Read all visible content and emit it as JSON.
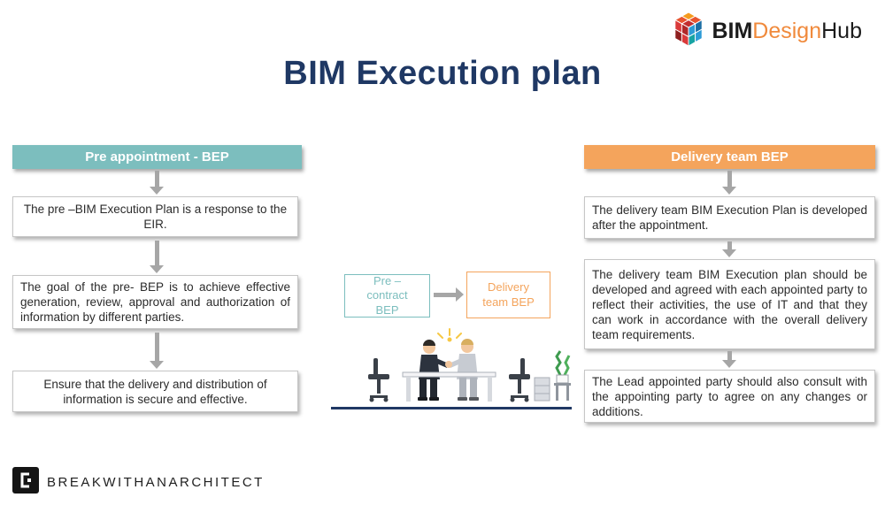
{
  "title": "BIM Execution plan",
  "brand": {
    "bim": "BIM",
    "design": "Design",
    "hub": "Hub"
  },
  "left_flow": {
    "header": "Pre appointment - BEP",
    "boxes": [
      "The pre –BIM Execution Plan is a response to the EIR.",
      "The goal of the pre- BEP is to achieve effective generation, review, approval and authorization of information by different parties.",
      "Ensure that the delivery and distribution of information is secure and effective."
    ]
  },
  "right_flow": {
    "header": "Delivery team  BEP",
    "boxes": [
      "The delivery team BIM Execution Plan is developed after the appointment.",
      "The delivery team BIM Execution plan should be developed and agreed with each appointed party to reflect their activities, the use of IT and that they can work in accordance with the overall delivery team requirements.",
      "The Lead appointed party should also consult with the appointing party to agree on any changes or additions."
    ]
  },
  "center_flow": {
    "pre_contract": "Pre –\ncontract\nBEP",
    "delivery": "Delivery\nteam BEP"
  },
  "footer": {
    "wordmark": "BREAKWITHANARCHITECT"
  },
  "colors": {
    "title_navy": "#1F3864",
    "teal": "#7CBEBE",
    "orange": "#F4A45C",
    "arrow_gray": "#A6A6A6",
    "baseline_navy": "#203864",
    "logo_orange": "#F08A3C"
  }
}
